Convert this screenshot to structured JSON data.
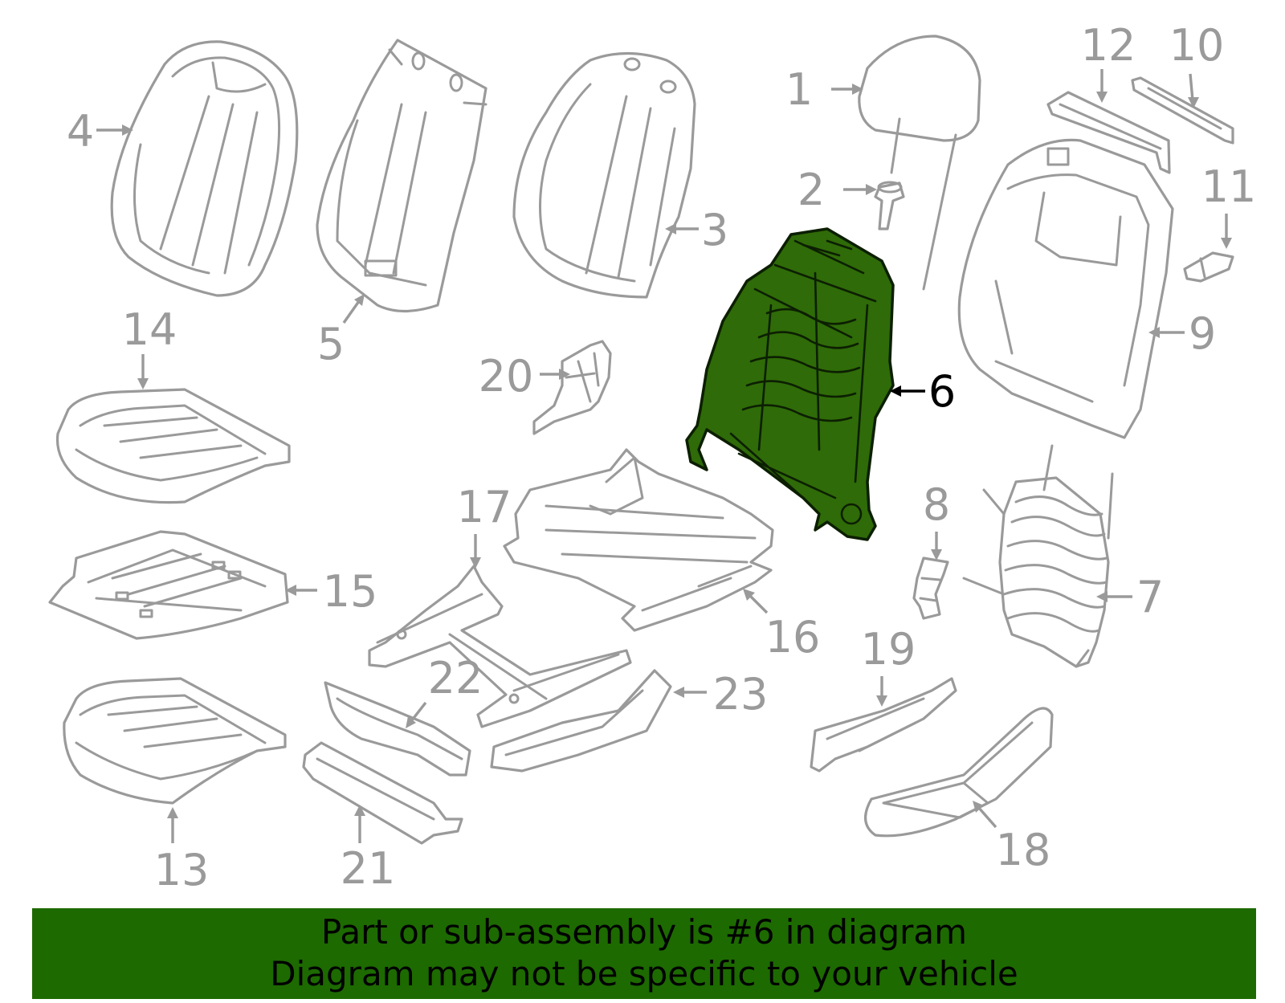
{
  "diagram": {
    "highlight_color": "#2f6b08",
    "line_color": "#9a9a9a",
    "highlighted_part": "6",
    "callouts": {
      "c1": "1",
      "c2": "2",
      "c3": "3",
      "c4": "4",
      "c5": "5",
      "c6": "6",
      "c7": "7",
      "c8": "8",
      "c9": "9",
      "c10": "10",
      "c11": "11",
      "c12": "12",
      "c13": "13",
      "c14": "14",
      "c15": "15",
      "c16": "16",
      "c17": "17",
      "c18": "18",
      "c19": "19",
      "c20": "20",
      "c21": "21",
      "c22": "22",
      "c23": "23"
    }
  },
  "banner": {
    "color": "#1d6a00",
    "line1": "Part or sub-assembly is #6 in diagram",
    "line2": "Diagram may not be specific to your vehicle"
  }
}
